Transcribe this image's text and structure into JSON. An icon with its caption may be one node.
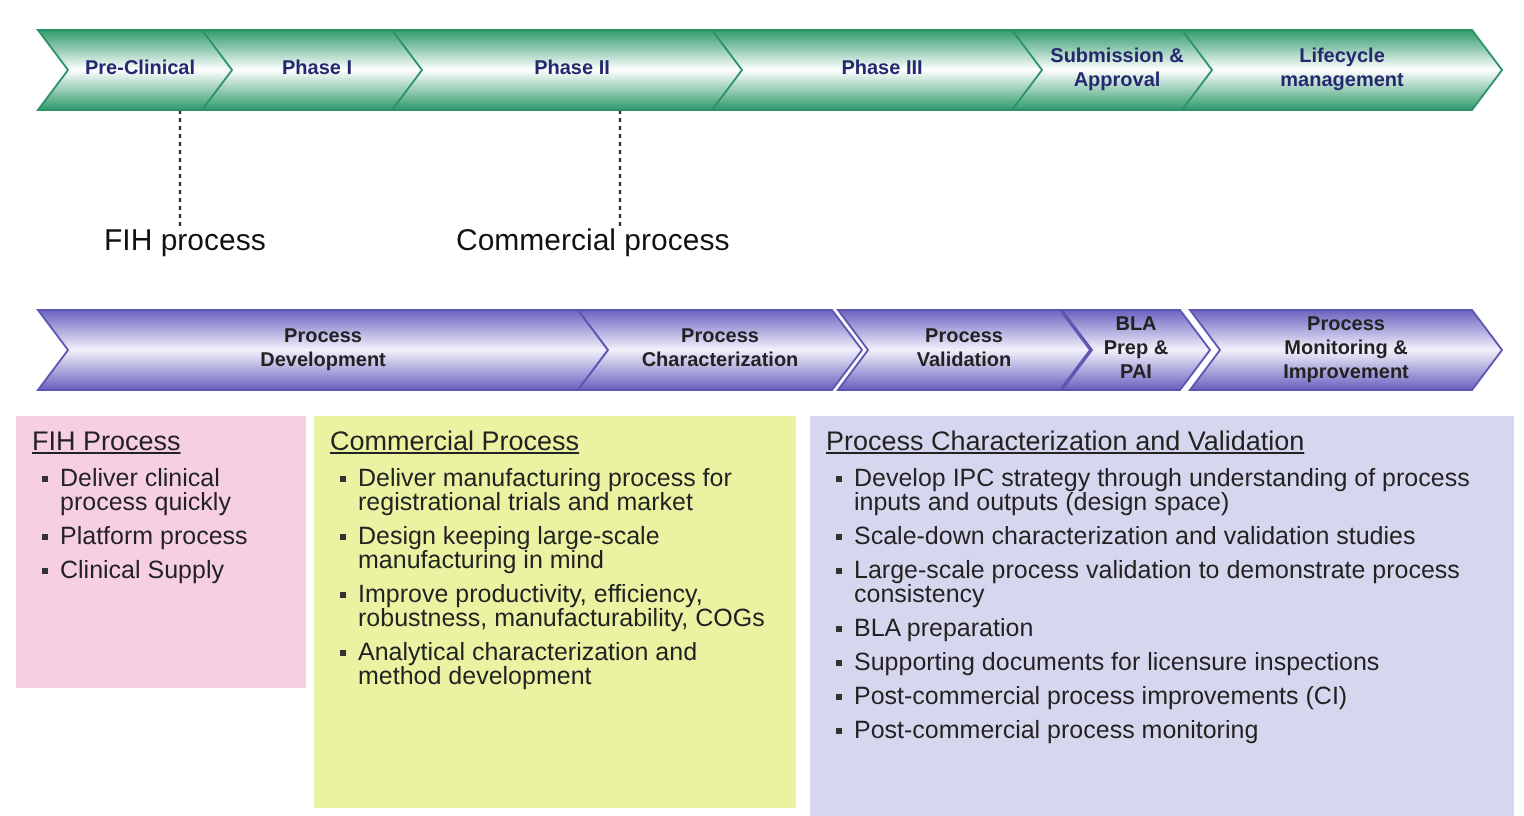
{
  "diagram": {
    "nodes": [
      {
        "text": [
          "Pre-Clinical"
        ]
      },
      {
        "text": [
          "Phase I"
        ]
      },
      {
        "text": [
          "Phase II"
        ]
      },
      {
        "text": [
          "Phase III"
        ]
      },
      {
        "text": [
          "Submission & Approval"
        ]
      },
      {
        "text": [
          "Lifecycle management"
        ]
      },
      {
        "text": [
          "FIH process"
        ]
      },
      {
        "text": [
          "Commercial process"
        ]
      },
      {
        "text": [
          "Process Development"
        ]
      },
      {
        "text": [
          "Process Characterization"
        ]
      },
      {
        "text": [
          "Process Validation"
        ]
      },
      {
        "text": [
          "BLA Prep & PAI"
        ]
      },
      {
        "text": [
          "Process Monitoring & Improvement"
        ]
      },
      {
        "text": [
          "FIH Process",
          "Deliver clinical process quickly",
          "Platform process",
          "Clinical Supply"
        ]
      },
      {
        "text": [
          "Commercial Process",
          "Deliver manufacturing process for registrational trials and market",
          "Design keeping large-scale manufacturing in mind",
          "Improve productivity, efficiency, robustness, manufacturability, COGs",
          "Analytical characterization and method development"
        ]
      },
      {
        "text": [
          "Process Characterization and Validation",
          "Develop IPC strategy through understanding of process inputs and outputs (design space)",
          "Scale-down characterization and validation studies",
          "Large-scale process validation to demonstrate process consistency",
          "BLA preparation",
          "Supporting documents for licensure inspections",
          "Post-commercial process improvements (CI)",
          "Post-commercial process monitoring"
        ]
      }
    ],
    "edges": [
      {
        "from": 0,
        "to": 6,
        "arrow": "none",
        "style": "dashed"
      },
      {
        "from": 2,
        "to": 7,
        "arrow": "none",
        "style": "dashed"
      }
    ]
  }
}
